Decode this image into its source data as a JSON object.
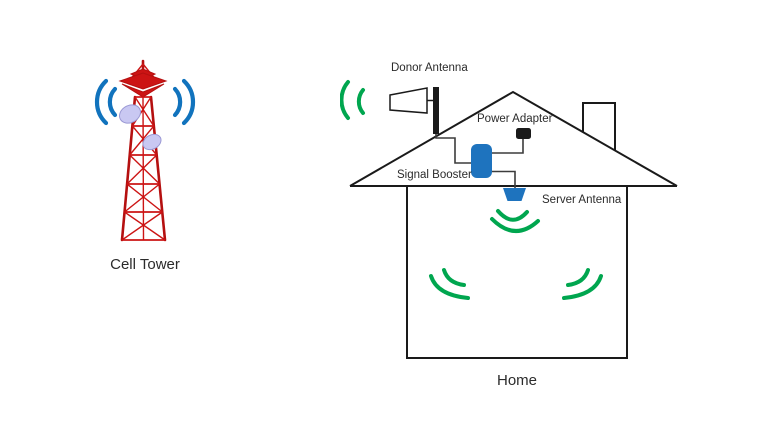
{
  "diagram": {
    "labels": {
      "cell_tower": "Cell Tower",
      "donor_antenna": "Donor Antenna",
      "power_adapter": "Power Adapter",
      "signal_booster": "Signal Booster",
      "server_antenna": "Server Antenna",
      "home": "Home"
    },
    "colors": {
      "canvas_bg": "#ffffff",
      "signal_green": "#00a64f",
      "wave_blue": "#1173bd",
      "device_blue": "#1e73be",
      "tower_red": "#cc1414",
      "tower_red_dark": "#b51010",
      "dish_lavender": "#c9c8f2",
      "dish_edge": "#9a98d4",
      "line_black": "#1a1a1a",
      "wire_gray": "#3c3c3c",
      "text_dark": "#2b2b2b"
    },
    "icons": {
      "cell_tower_icon": "red lattice radio tower with two lavender dish antennas",
      "cell_tower_waves": "blue double signal arcs on both sides of tower",
      "donor_antenna_icon": "white horn antenna on black mast above roof",
      "donor_waves": "green double signal arcs arriving at donor antenna",
      "signal_booster_icon": "blue rounded rectangle device",
      "power_adapter_icon": "black rectangle device",
      "server_antenna_icon": "blue inverted trapezoid antenna under ceiling",
      "indoor_waves": "green signal arcs broadcast inside the home",
      "home_icon": "house outline with roof and chimney"
    }
  }
}
